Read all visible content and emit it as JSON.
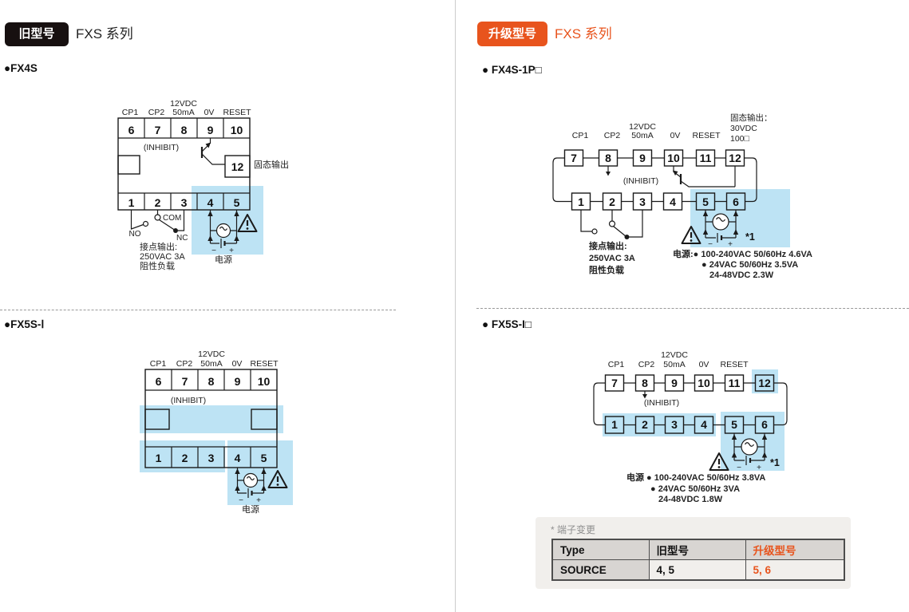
{
  "colors": {
    "orange": "#e8541d",
    "highlight_blue": "#bde3f4",
    "badge_black": "#171010",
    "table_header_bg": "#d8d5d2",
    "panel_bg": "#f1efec"
  },
  "left": {
    "badge": "旧型号",
    "series": "FXS 系列",
    "fx4s": {
      "title": "●FX4S",
      "v12": "12VDC",
      "cp1": "CP1",
      "cp2": "CP2",
      "ma50": "50mA",
      "v0": "0V",
      "reset": "RESET",
      "inhibit": "(INHIBIT)",
      "top_terminals": [
        "6",
        "7",
        "8",
        "9",
        "10"
      ],
      "out_terminal": "12",
      "out_label": "固态输出",
      "bottom_terminals": [
        "1",
        "2",
        "3",
        "4",
        "5"
      ],
      "no": "NO",
      "com": "COM",
      "nc": "NC",
      "contact": [
        "接点输出:",
        "250VAC 3A",
        "阻性负载"
      ],
      "minus": "−",
      "plus": "+",
      "power": "电源"
    },
    "fx5s": {
      "title": "●FX5S-Ⅰ",
      "v12": "12VDC",
      "cp1": "CP1",
      "cp2": "CP2",
      "ma50": "50mA",
      "v0": "0V",
      "reset": "RESET",
      "inhibit": "(INHIBIT)",
      "top_terminals": [
        "6",
        "7",
        "8",
        "9",
        "10"
      ],
      "bottom_terminals": [
        "1",
        "2",
        "3",
        "4",
        "5"
      ],
      "minus": "−",
      "plus": "+",
      "power": "电源"
    }
  },
  "right": {
    "badge": "升级型号",
    "series": "FXS 系列",
    "fx4s1p": {
      "title": "● FX4S-1P□",
      "v12": "12VDC",
      "cp1": "CP1",
      "cp2": "CP2",
      "ma50": "50mA",
      "v0": "0V",
      "reset": "RESET",
      "inhibit": "(INHIBIT)",
      "ssr": [
        "固态输出：",
        "30VDC",
        "100□"
      ],
      "top_terminals": [
        "7",
        "8",
        "9",
        "10",
        "11",
        "12"
      ],
      "bottom_terminals": [
        "1",
        "2",
        "3",
        "4",
        "5",
        "6"
      ],
      "contact": [
        "接点输出:",
        "250VAC 3A",
        "阻性负载"
      ],
      "minus": "−",
      "plus": "+",
      "note": "*1",
      "power_lines": [
        "电源:● 100-240VAC 50/60Hz 4.6VA",
        "● 24VAC 50/60Hz 3.5VA",
        "24-48VDC 2.3W"
      ]
    },
    "fx5si": {
      "title": "● FX5S-I□",
      "v12": "12VDC",
      "cp1": "CP1",
      "cp2": "CP2",
      "ma50": "50mA",
      "v0": "0V",
      "reset": "RESET",
      "inhibit": "(INHIBIT)",
      "top_terminals": [
        "7",
        "8",
        "9",
        "10",
        "11",
        "12"
      ],
      "bottom_terminals": [
        "1",
        "2",
        "3",
        "4",
        "5",
        "6"
      ],
      "minus": "−",
      "plus": "+",
      "note": "*1",
      "power_lines": [
        "电源 ● 100-240VAC 50/60Hz 3.8VA",
        "● 24VAC 50/60Hz 3VA",
        "24-48VDC 1.8W"
      ]
    },
    "table": {
      "caption": "* 端子变更",
      "headers": [
        "Type",
        "旧型号",
        "升级型号"
      ],
      "row": [
        "SOURCE",
        "4, 5",
        "5, 6"
      ]
    }
  }
}
